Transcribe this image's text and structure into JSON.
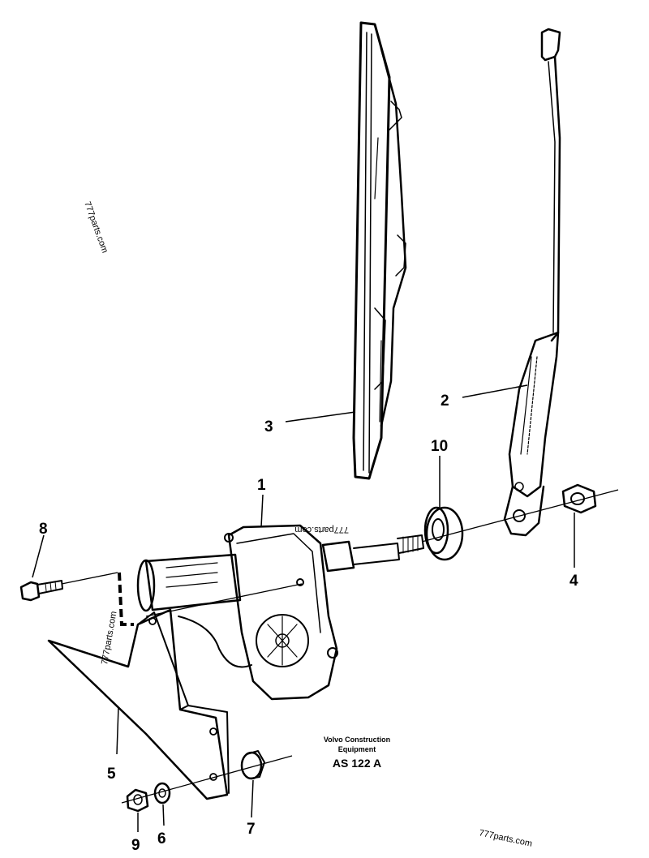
{
  "callouts": {
    "p1": "1",
    "p2": "2",
    "p3": "3",
    "p4": "4",
    "p5": "5",
    "p6": "6",
    "p7": "7",
    "p8": "8",
    "p9": "9",
    "p10": "10"
  },
  "caption": {
    "line1": "Volvo Construction",
    "line2": "Equipment",
    "code": "AS 122 A"
  },
  "watermarks": {
    "top_left": "777parts.com",
    "left_vertical": "777parts.com",
    "motor": "777parts.com",
    "bottom_right": "777parts.com"
  }
}
